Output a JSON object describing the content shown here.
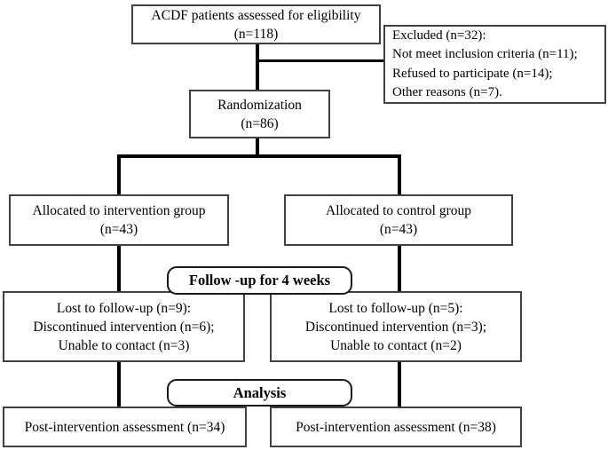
{
  "page": {
    "background_color": "#ffffff",
    "connector_color": "#000000",
    "box_border_color": "#414141",
    "text_color": "#000000"
  },
  "nodes": {
    "eligibility": {
      "lines": [
        "ACDF patients assessed for eligibility",
        "(n=118)"
      ]
    },
    "excluded": {
      "lines": [
        "Excluded (n=32):",
        "Not meet inclusion criteria (n=11);",
        "Refused to participate (n=14);",
        "Other reasons (n=7)."
      ]
    },
    "randomization": {
      "lines": [
        "Randomization",
        "(n=86)"
      ]
    },
    "alloc_intervention": {
      "lines": [
        "Allocated to intervention group",
        "(n=43)"
      ]
    },
    "alloc_control": {
      "lines": [
        "Allocated to control group",
        "(n=43)"
      ]
    },
    "followup_label": {
      "text": "Follow -up for 4 weeks"
    },
    "lost_intervention": {
      "lines": [
        "Lost to follow-up (n=9):",
        "Discontinued intervention (n=6);",
        "Unable to contact (n=3)"
      ]
    },
    "lost_control": {
      "lines": [
        "Lost to follow-up (n=5):",
        "Discontinued intervention (n=3);",
        "Unable to contact (n=2)"
      ]
    },
    "analysis_label": {
      "text": "Analysis"
    },
    "post_intervention": {
      "text": "Post-intervention assessment (n=34)"
    },
    "post_control": {
      "text": "Post-intervention assessment (n=38)"
    }
  }
}
